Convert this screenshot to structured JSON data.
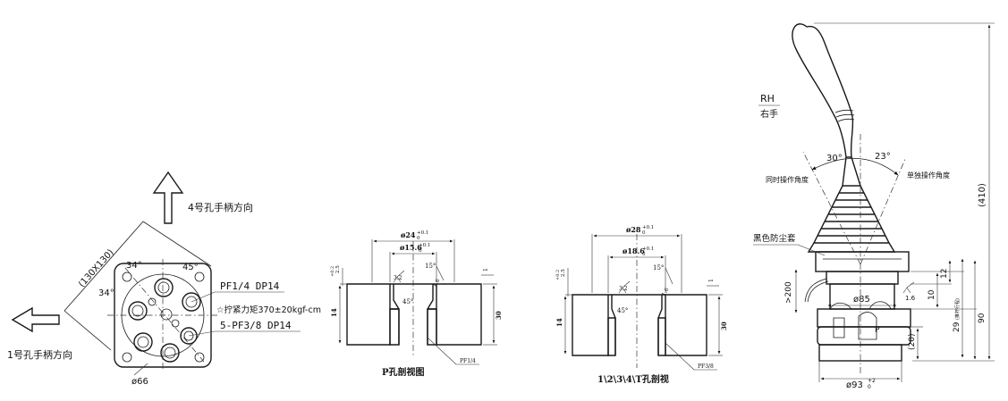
{
  "view_base": {
    "dir_label_4": "4号孔手柄方向",
    "dir_label_1": "1号孔手柄方向",
    "size_label": "(130X130)",
    "angle_34_a": "34°",
    "angle_34_b": "34°",
    "angle_45": "45°",
    "port_p_spec": "PF1/4 DP14",
    "torque_note": "☆拧紧力矩370±20kgf-cm",
    "port_t_spec": "5-PF3/8 DP14",
    "dia_66": "ø66"
  },
  "view_p_section": {
    "caption": "P孔剖视图",
    "dim_top": "ø24",
    "dim_top_tol": "+0.1",
    "dim_top_tol2": "0",
    "dim_mid": "ø15.6",
    "dim_mid_tol": "+0.1",
    "dim_mid_tol2": "0",
    "angle_15": "15°",
    "angle_45": "45°",
    "rough_a": "3.2",
    "rough_b": "1.6",
    "depth_a": "2.5",
    "depth_a_tol": "+0.2",
    "dim_14": "14",
    "dim_30": "30",
    "dim_1": "1",
    "thread": "PF1/4"
  },
  "view_t_section": {
    "caption": "1\\2\\3\\4\\T孔剖视",
    "dim_top": "ø28",
    "dim_top_tol": "+0.1",
    "dim_top_tol2": "0",
    "dim_mid": "ø18.6",
    "dim_mid_tol": "+0.1",
    "dim_mid_tol2": "0",
    "angle_15": "15°",
    "angle_45": "45°",
    "rough_a": "3.2",
    "rough_b": "1.6",
    "depth_a": "2.5",
    "depth_a_tol": "+0.2",
    "dim_14": "14",
    "dim_30": "30",
    "dim_1": "1",
    "thread": "PF3/8"
  },
  "view_joystick": {
    "rh": "RH",
    "rh_cn": "右手",
    "simul_angle": "同时操作角度",
    "single_angle": "单独操作角度",
    "angle_30": "30°",
    "angle_23": "23°",
    "boot_label": "黑色防尘套",
    "dim_410": "(410)",
    "dim_200": ">200",
    "dim_85": "ø85",
    "rough": "1.6",
    "dim_10": "10",
    "dim_12": "12",
    "dim_29": "29",
    "dim_29_note": "(推杆行程)",
    "dim_90": "90",
    "dim_20": "(20)",
    "port_p": "P",
    "dim_93": "ø93",
    "dim_93_tol": "+2",
    "dim_93_tol2": "0"
  }
}
